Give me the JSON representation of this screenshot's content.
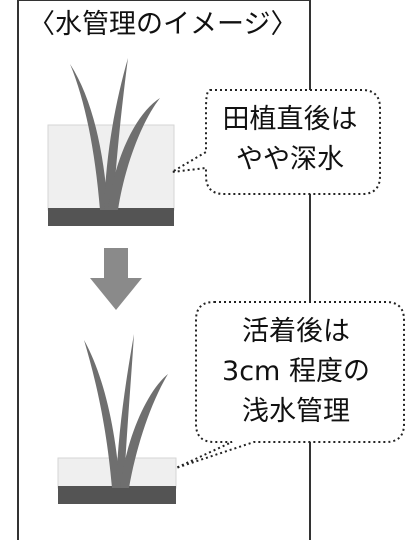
{
  "title": "〈水管理のイメージ〉",
  "callouts": [
    {
      "lines": [
        "田植直後は",
        "やや深水"
      ]
    },
    {
      "lines": [
        "活着後は",
        "3cm 程度の",
        "浅水管理"
      ]
    }
  ],
  "colors": {
    "water": "#efefef",
    "soil": "#545454",
    "leaf": "#6f6f6f",
    "arrow": "#8a8a8a",
    "border": "#333333"
  }
}
